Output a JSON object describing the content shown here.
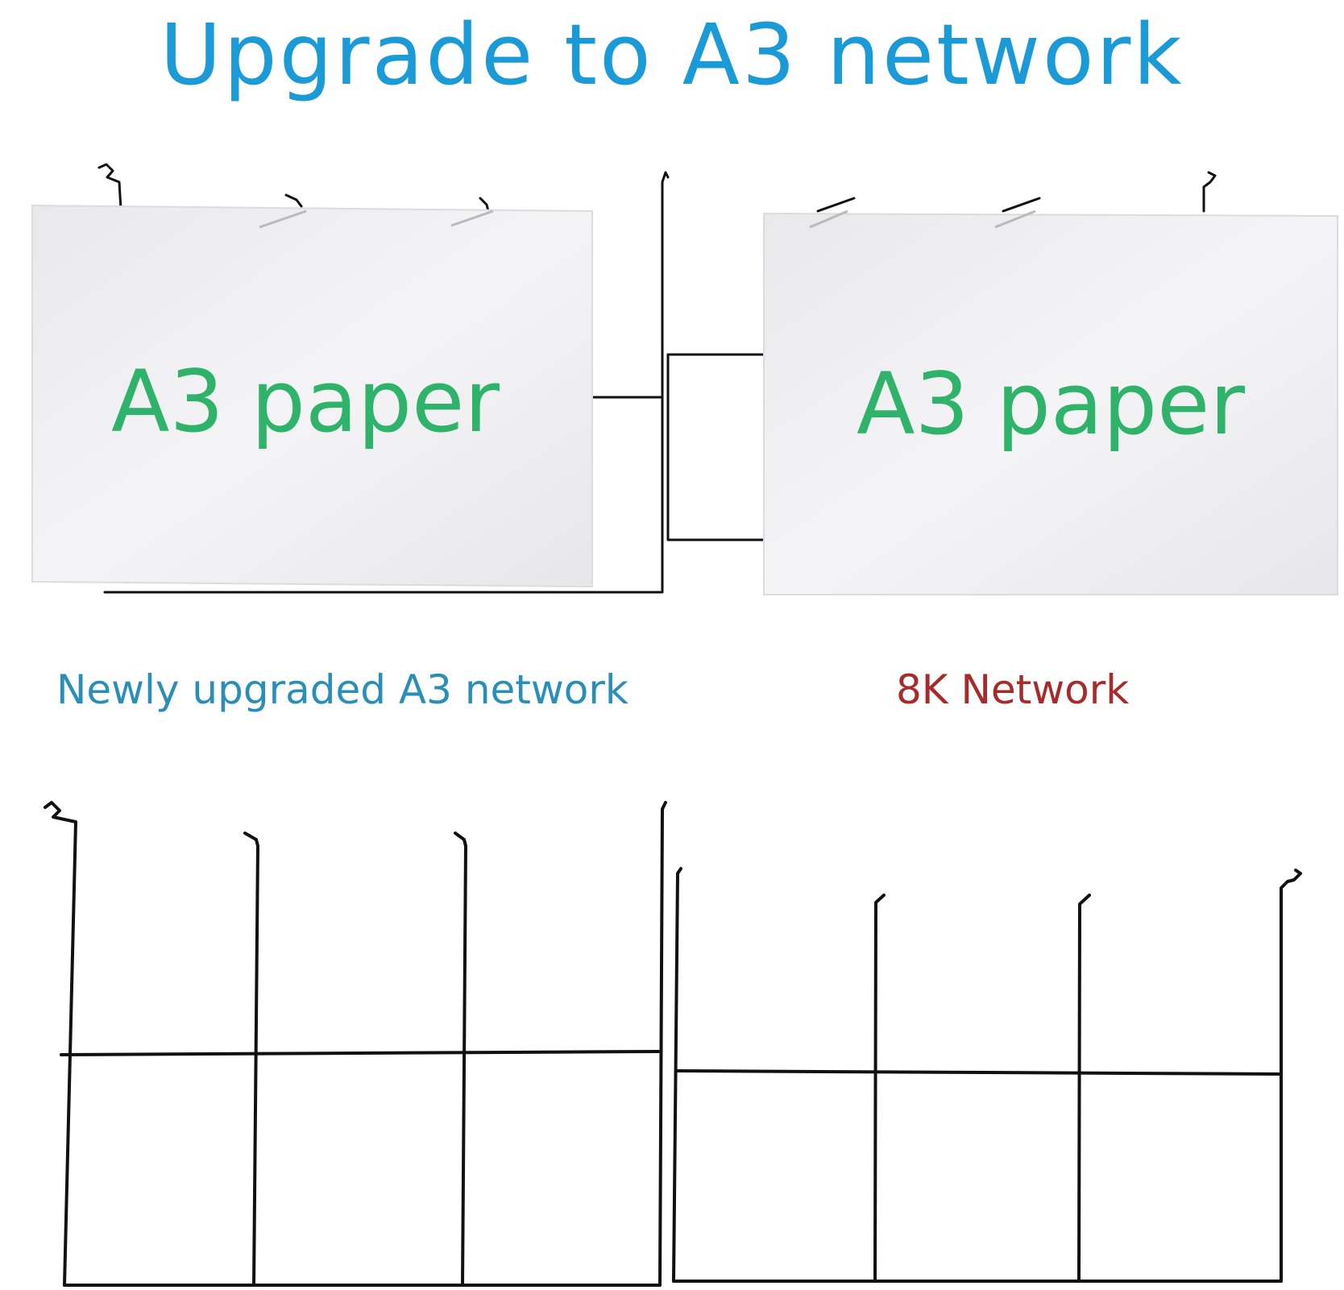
{
  "header": {
    "title": "Upgrade to A3 network"
  },
  "top_illustration": {
    "left_paper_label": "A3 paper",
    "right_paper_label": "A3 paper"
  },
  "captions": {
    "left": "Newly upgraded A3 network",
    "right": "8K Network"
  },
  "colors": {
    "title": "#1a9ad6",
    "paper_label": "#2fb36a",
    "caption_left": "#2a8fb8",
    "caption_right": "#a82a2a",
    "wire": "#111111",
    "paper": "#efeff1"
  }
}
